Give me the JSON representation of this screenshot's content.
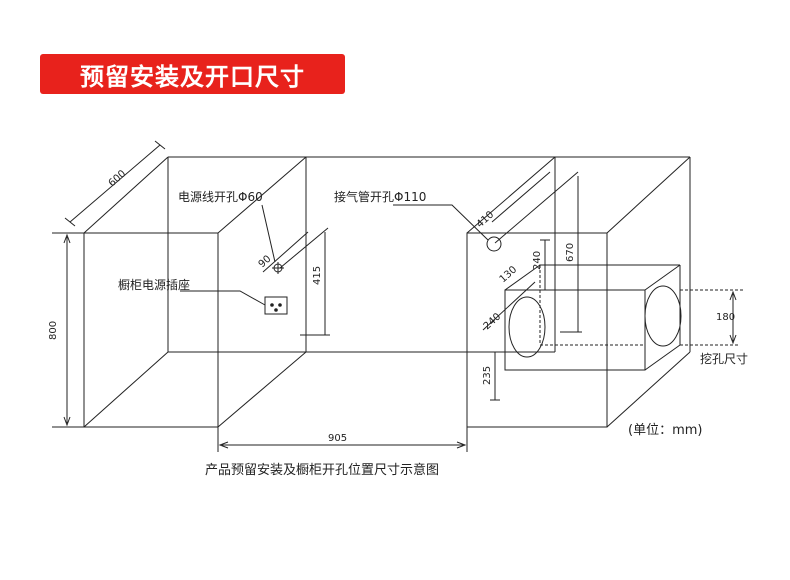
{
  "header": {
    "title": "预留安装及开口尺寸"
  },
  "labels": {
    "power_hole": "电源线开孔Φ60",
    "gas_hole": "接气管开孔Φ110",
    "socket": "橱柜电源插座",
    "cut_size": "挖孔尺寸",
    "unit": "(单位：mm)",
    "caption": "产品预留安装及橱柜开孔位置尺寸示意图"
  },
  "dimensions": {
    "depth": "600",
    "height": "800",
    "width": "905",
    "power_offset": "90",
    "power_height": "415",
    "gas_offset": "410",
    "gas_height": "670",
    "gas_130": "130",
    "gas_240_top": "240",
    "cut_240": "240",
    "cut_235": "235",
    "cut_180": "180"
  }
}
